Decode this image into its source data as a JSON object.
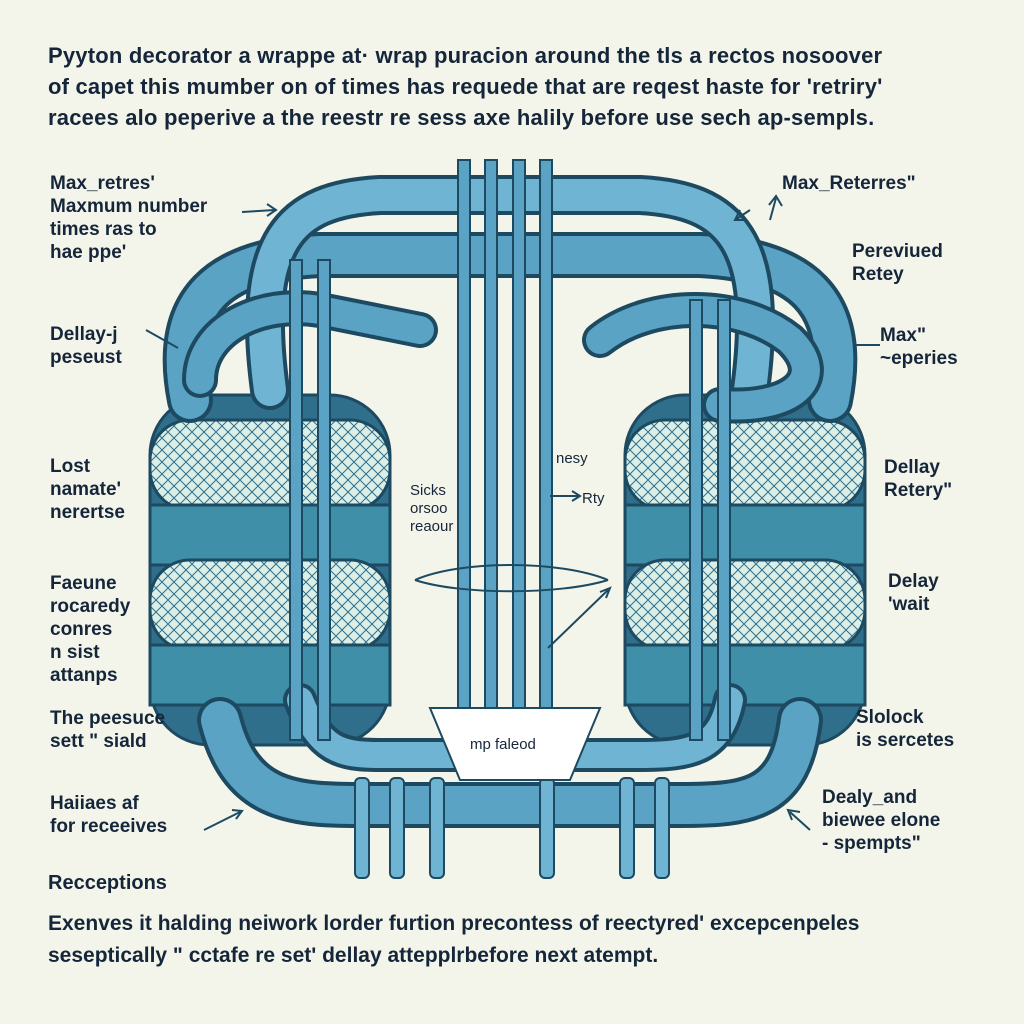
{
  "intro": [
    "Pyyton decorator a wrappe at· wrap puracion around the tls a rectos nosoover",
    "of capet this mumber on of times has requede that are reqest haste for 'retriry'",
    "racees alo peperive a the reestr re sess axe halily before use sech ap-sempls."
  ],
  "left_labels": [
    [
      "Max_retres'",
      "Maxmum number",
      "times ras to",
      "hae ppe'"
    ],
    [
      "Dellay-j",
      "peseust"
    ],
    [
      "Lost",
      "namate'",
      "nerertse"
    ],
    [
      "Faeune",
      "rocaredy",
      "conres",
      "n sist",
      "attanps"
    ],
    [
      "The peesuce",
      "sett \" siald"
    ],
    [
      "Haiiaes af",
      "for receeives"
    ]
  ],
  "right_labels": [
    [
      "Max_Reterres\""
    ],
    [
      "Pereviued",
      "Retey"
    ],
    [
      "Max\"",
      "~eperies"
    ],
    [
      "Dellay",
      "Retery\""
    ],
    [
      "Delay",
      "'wait"
    ],
    [
      "Slolock",
      "is sercetes"
    ],
    [
      "Dealy_and",
      "biewee elone",
      "- spempts\""
    ]
  ],
  "center_labels": {
    "sicks": [
      "Sicks",
      "orsoo",
      "reaour"
    ],
    "nesy": "nesy",
    "rty": "Rty",
    "failed": "mp faleod"
  },
  "footer_title": "Recceptions",
  "footer": [
    "Exenves it halding neiwork lorder furtion precontess of reectyred' excepcenpeles",
    "seseptically \" cctafe re set' dellay attepplrbefore next atempt."
  ],
  "colors": {
    "background": "#f3f5ea",
    "pipe": "#5aa3c4",
    "pipe_dark": "#2f6f8c",
    "coil_band": "#3f8fa8",
    "mesh": "#dcefe6",
    "text": "#16263a"
  }
}
